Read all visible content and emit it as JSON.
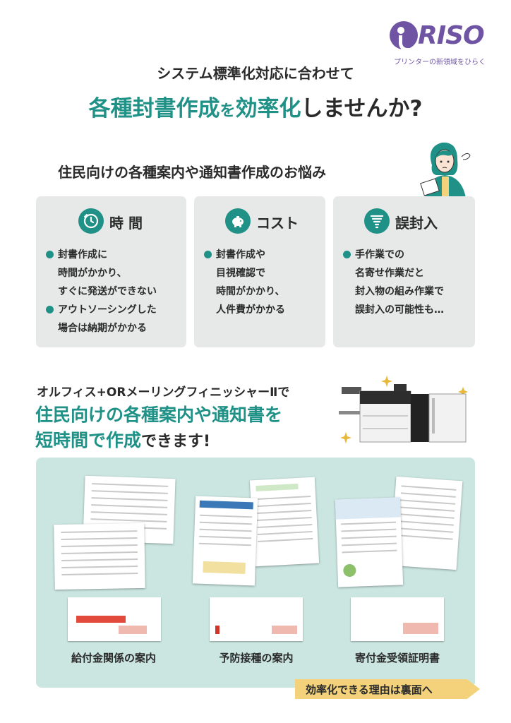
{
  "brand": {
    "logo_text": "RISO",
    "tagline": "プリンターの新領域をひらく",
    "color": "#6e54a3"
  },
  "header": {
    "line1": "システム標準化対応に合わせて",
    "line2_a": "各種封書作成",
    "line2_b": "を",
    "line2_c": "効率化",
    "line2_d": "しませんか?"
  },
  "worry_heading": "住民向けの各種案内や通知書作成のお悩み",
  "cards": [
    {
      "title": "時 間",
      "icon": "clock-icon",
      "lines": [
        {
          "text": "封書作成に",
          "bullet": true
        },
        {
          "text": "時間がかかり、",
          "bullet": false
        },
        {
          "text": "すぐに発送ができない",
          "bullet": false
        },
        {
          "text": "アウトソーシングした",
          "bullet": true
        },
        {
          "text": "場合は納期がかかる",
          "bullet": false
        }
      ]
    },
    {
      "title": "コスト",
      "icon": "piggy-bank-icon",
      "lines": [
        {
          "text": "封書作成や",
          "bullet": true
        },
        {
          "text": "目視確認で",
          "bullet": false
        },
        {
          "text": "時間がかかり、",
          "bullet": false
        },
        {
          "text": "人件費がかかる",
          "bullet": false
        }
      ]
    },
    {
      "title": "誤封入",
      "icon": "tornado-icon",
      "lines": [
        {
          "text": "手作業での",
          "bullet": true
        },
        {
          "text": "名寄せ作業だと",
          "bullet": false
        },
        {
          "text": "封入物の組み作業で",
          "bullet": false
        },
        {
          "text": "誤封入の可能性も…",
          "bullet": false
        }
      ]
    }
  ],
  "product": {
    "line": "オルフィス+ORメーリングフィニッシャーⅡで",
    "big1": "住民向けの各種案内や通知書を",
    "big2_a": "短時間で作成",
    "big2_b": "できます!"
  },
  "samples": [
    {
      "label": "給付金関係の案内"
    },
    {
      "label": "予防接種の案内"
    },
    {
      "label": "寄付金受領証明書"
    }
  ],
  "cta": "効率化できる理由は裏面へ",
  "colors": {
    "teal": "#1f9187",
    "card_bg": "#e7e9e8",
    "sample_bg": "#cbe6e1",
    "cta_bg": "#f3d27b"
  }
}
